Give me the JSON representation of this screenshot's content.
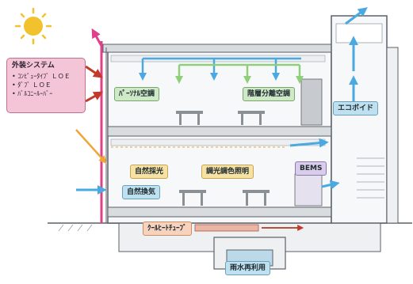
{
  "colors": {
    "sun": "#f2c12e",
    "structure": "#5a6168",
    "floor_fill": "#d9dcdf",
    "cool_air": "#4aa9e0",
    "warm_air": "#8fcf7a",
    "exhaust": "#e0408a",
    "heat_gain": "#c23a2a",
    "daylight": "#f0a53a",
    "geothermal": "#b5503a"
  },
  "icons": [
    "sun-icon"
  ],
  "facade": {
    "title": "外装システム",
    "items": [
      "ｺﾝﾋﾟｭｰﾀｲﾌﾞ ＬＯＥ",
      "ﾀﾞﾌﾞ ＬＯＥ",
      "ﾊﾞﾙｺﾆｰﾙｰﾊﾞｰ"
    ]
  },
  "labels": {
    "personal_ac": "ﾊﾟｰｿﾅﾙ空調",
    "zone_ac": "階層分離空調",
    "eco_void": "エコボイド",
    "daylight": "自然採光",
    "dimming": "調光調色照明",
    "natural_vent": "自然換気",
    "bems": "BEMS",
    "geo": "ｸｰﾙﾋｰﾄﾁｭｰﾌﾞ",
    "rainwater": "雨水再利用"
  }
}
